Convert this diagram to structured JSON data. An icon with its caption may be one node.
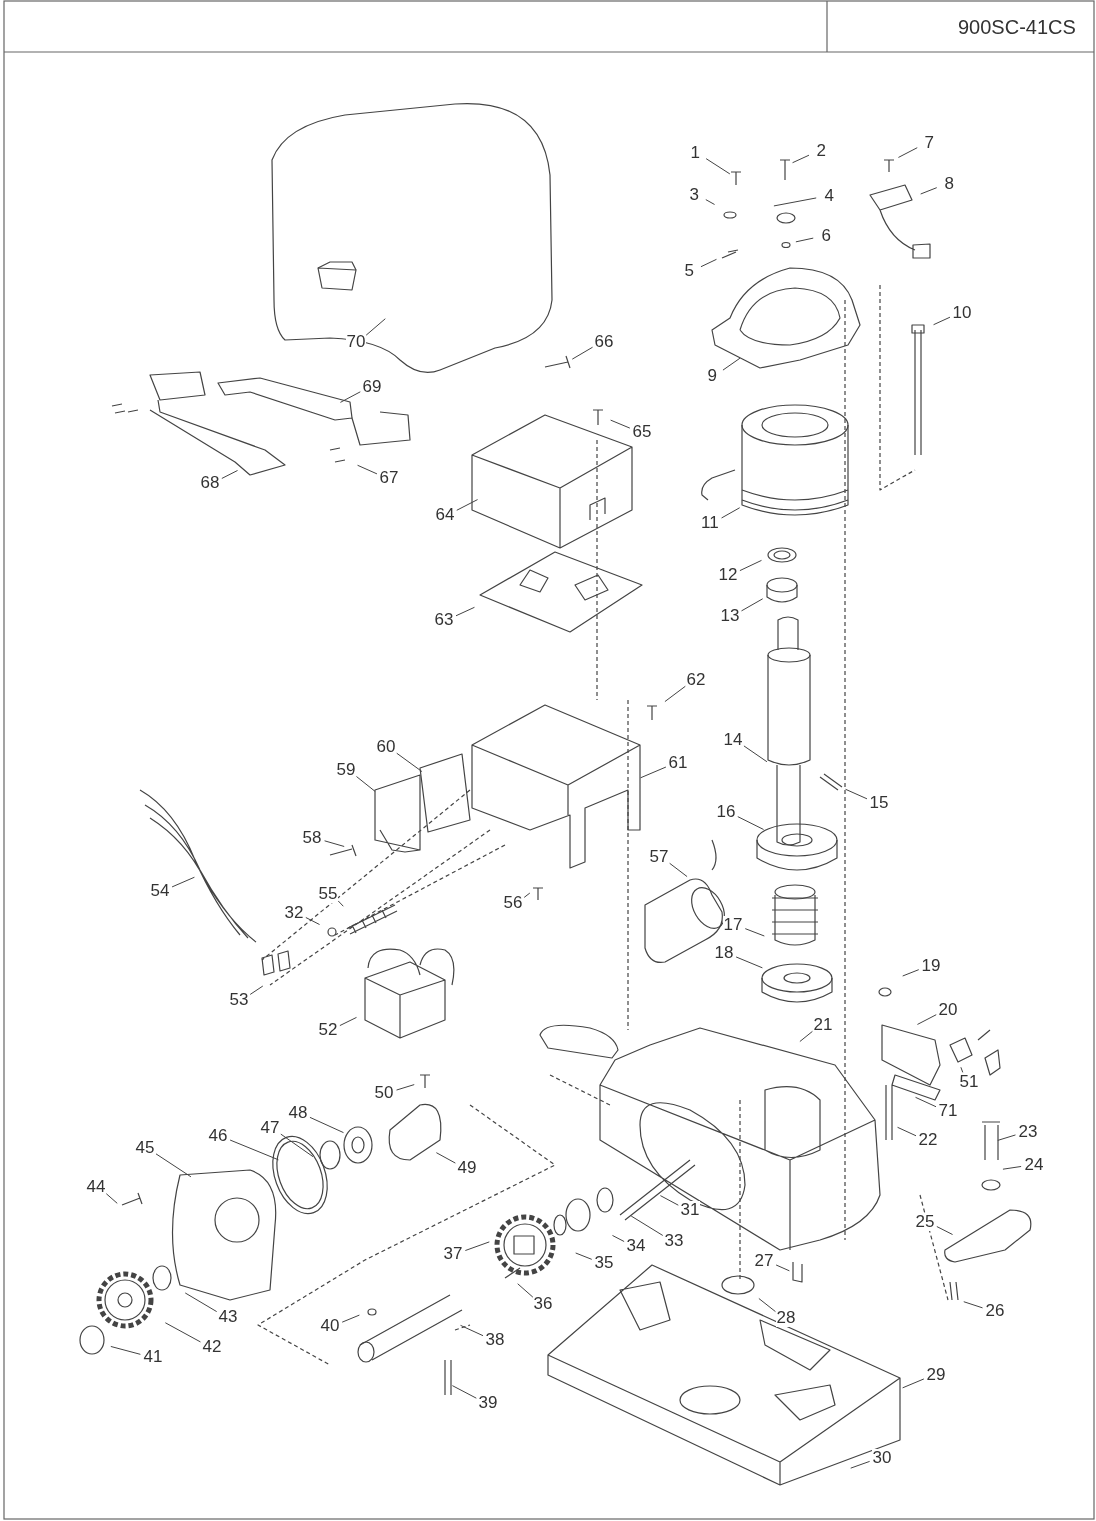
{
  "diagram": {
    "nodes": [
      {
        "text": [
          "1"
        ]
      },
      {
        "text": [
          "2"
        ]
      },
      {
        "text": [
          "3"
        ]
      },
      {
        "text": [
          "4"
        ]
      },
      {
        "text": [
          "5"
        ]
      },
      {
        "text": [
          "6"
        ]
      },
      {
        "text": [
          "7"
        ]
      },
      {
        "text": [
          "8"
        ]
      },
      {
        "text": [
          "9"
        ]
      },
      {
        "text": [
          "10"
        ]
      },
      {
        "text": [
          "11"
        ]
      },
      {
        "text": [
          "12"
        ]
      },
      {
        "text": [
          "13"
        ]
      },
      {
        "text": [
          "14"
        ]
      },
      {
        "text": [
          "15"
        ]
      },
      {
        "text": [
          "16"
        ]
      },
      {
        "text": [
          "17"
        ]
      },
      {
        "text": [
          "18"
        ]
      },
      {
        "text": [
          "19"
        ]
      },
      {
        "text": [
          "20"
        ]
      },
      {
        "text": [
          "21"
        ]
      },
      {
        "text": [
          "22"
        ]
      },
      {
        "text": [
          "23"
        ]
      },
      {
        "text": [
          "24"
        ]
      },
      {
        "text": [
          "25"
        ]
      },
      {
        "text": [
          "26"
        ]
      },
      {
        "text": [
          "27"
        ]
      },
      {
        "text": [
          "28"
        ]
      },
      {
        "text": [
          "29"
        ]
      },
      {
        "text": [
          "30"
        ]
      },
      {
        "text": [
          "31"
        ]
      },
      {
        "text": [
          "32"
        ]
      },
      {
        "text": [
          "33"
        ]
      },
      {
        "text": [
          "34"
        ]
      },
      {
        "text": [
          "35"
        ]
      },
      {
        "text": [
          "36"
        ]
      },
      {
        "text": [
          "37"
        ]
      },
      {
        "text": [
          "38"
        ]
      },
      {
        "text": [
          "39"
        ]
      },
      {
        "text": [
          "40"
        ]
      },
      {
        "text": [
          "41"
        ]
      },
      {
        "text": [
          "42"
        ]
      },
      {
        "text": [
          "43"
        ]
      },
      {
        "text": [
          "44"
        ]
      },
      {
        "text": [
          "45"
        ]
      },
      {
        "text": [
          "46"
        ]
      },
      {
        "text": [
          "47"
        ]
      },
      {
        "text": [
          "48"
        ]
      },
      {
        "text": [
          "49"
        ]
      },
      {
        "text": [
          "50"
        ]
      },
      {
        "text": [
          "51"
        ]
      },
      {
        "text": [
          "52"
        ]
      },
      {
        "text": [
          "53"
        ]
      },
      {
        "text": [
          "54"
        ]
      },
      {
        "text": [
          "55"
        ]
      },
      {
        "text": [
          "56"
        ]
      },
      {
        "text": [
          "57"
        ]
      },
      {
        "text": [
          "58"
        ]
      },
      {
        "text": [
          "59"
        ]
      },
      {
        "text": [
          "60"
        ]
      },
      {
        "text": [
          "61"
        ]
      },
      {
        "text": [
          "62"
        ]
      },
      {
        "text": [
          "63"
        ]
      },
      {
        "text": [
          "64"
        ]
      },
      {
        "text": [
          "65"
        ]
      },
      {
        "text": [
          "66"
        ]
      },
      {
        "text": [
          "67"
        ]
      },
      {
        "text": [
          "68"
        ]
      },
      {
        "text": [
          "69"
        ]
      },
      {
        "text": [
          "70"
        ]
      },
      {
        "text": [
          "71"
        ]
      }
    ],
    "edges": [
      {
        "from": 0,
        "to": null,
        "arrow": "none"
      },
      {
        "from": 1,
        "to": null,
        "arrow": "none"
      },
      {
        "from": 2,
        "to": null,
        "arrow": "none"
      },
      {
        "from": 3,
        "to": null,
        "arrow": "none"
      },
      {
        "from": 4,
        "to": null,
        "arrow": "none"
      },
      {
        "from": 5,
        "to": null,
        "arrow": "none"
      },
      {
        "from": 6,
        "to": null,
        "arrow": "none"
      },
      {
        "from": 7,
        "to": null,
        "arrow": "none"
      },
      {
        "from": 8,
        "to": null,
        "arrow": "none"
      },
      {
        "from": 9,
        "to": null,
        "arrow": "none"
      },
      {
        "from": 10,
        "to": null,
        "arrow": "none"
      },
      {
        "from": 11,
        "to": null,
        "arrow": "none"
      },
      {
        "from": 12,
        "to": null,
        "arrow": "none"
      },
      {
        "from": 13,
        "to": null,
        "arrow": "none"
      },
      {
        "from": 14,
        "to": null,
        "arrow": "none"
      },
      {
        "from": 15,
        "to": null,
        "arrow": "none"
      },
      {
        "from": 16,
        "to": null,
        "arrow": "none"
      },
      {
        "from": 17,
        "to": null,
        "arrow": "none"
      },
      {
        "from": 18,
        "to": null,
        "arrow": "none"
      },
      {
        "from": 19,
        "to": null,
        "arrow": "none"
      },
      {
        "from": 20,
        "to": null,
        "arrow": "none"
      },
      {
        "from": 21,
        "to": null,
        "arrow": "none"
      },
      {
        "from": 22,
        "to": null,
        "arrow": "none"
      },
      {
        "from": 23,
        "to": null,
        "arrow": "none"
      },
      {
        "from": 24,
        "to": null,
        "arrow": "none"
      },
      {
        "from": 25,
        "to": null,
        "arrow": "none"
      },
      {
        "from": 26,
        "to": null,
        "arrow": "none"
      },
      {
        "from": 27,
        "to": null,
        "arrow": "none"
      },
      {
        "from": 28,
        "to": null,
        "arrow": "none"
      },
      {
        "from": 29,
        "to": null,
        "arrow": "none"
      },
      {
        "from": 30,
        "to": null,
        "arrow": "none"
      },
      {
        "from": 31,
        "to": null,
        "arrow": "none"
      },
      {
        "from": 32,
        "to": null,
        "arrow": "none"
      },
      {
        "from": 33,
        "to": null,
        "arrow": "none"
      },
      {
        "from": 34,
        "to": null,
        "arrow": "none"
      },
      {
        "from": 35,
        "to": null,
        "arrow": "none"
      },
      {
        "from": 36,
        "to": null,
        "arrow": "none"
      },
      {
        "from": 37,
        "to": null,
        "arrow": "none"
      },
      {
        "from": 38,
        "to": null,
        "arrow": "none"
      },
      {
        "from": 39,
        "to": null,
        "arrow": "none"
      },
      {
        "from": 40,
        "to": null,
        "arrow": "none"
      },
      {
        "from": 41,
        "to": null,
        "arrow": "none"
      },
      {
        "from": 42,
        "to": null,
        "arrow": "none"
      },
      {
        "from": 43,
        "to": null,
        "arrow": "none"
      },
      {
        "from": 44,
        "to": null,
        "arrow": "none"
      },
      {
        "from": 45,
        "to": null,
        "arrow": "none"
      },
      {
        "from": 46,
        "to": null,
        "arrow": "none"
      },
      {
        "from": 47,
        "to": null,
        "arrow": "none"
      },
      {
        "from": 48,
        "to": null,
        "arrow": "none"
      },
      {
        "from": 49,
        "to": null,
        "arrow": "none"
      },
      {
        "from": 50,
        "to": null,
        "arrow": "none"
      },
      {
        "from": 51,
        "to": null,
        "arrow": "none"
      },
      {
        "from": 52,
        "to": null,
        "arrow": "none"
      },
      {
        "from": 53,
        "to": null,
        "arrow": "none"
      },
      {
        "from": 54,
        "to": null,
        "arrow": "none"
      },
      {
        "from": 55,
        "to": null,
        "arrow": "none"
      },
      {
        "from": 56,
        "to": null,
        "arrow": "none"
      },
      {
        "from": 57,
        "to": null,
        "arrow": "none"
      },
      {
        "from": 58,
        "to": null,
        "arrow": "none"
      },
      {
        "from": 59,
        "to": null,
        "arrow": "none"
      },
      {
        "from": 60,
        "to": null,
        "arrow": "none"
      },
      {
        "from": 61,
        "to": null,
        "arrow": "none"
      },
      {
        "from": 62,
        "to": null,
        "arrow": "none"
      },
      {
        "from": 63,
        "to": null,
        "arrow": "none"
      },
      {
        "from": 64,
        "to": null,
        "arrow": "none"
      },
      {
        "from": 65,
        "to": null,
        "arrow": "none"
      },
      {
        "from": 66,
        "to": null,
        "arrow": "none"
      },
      {
        "from": 67,
        "to": null,
        "arrow": "none"
      },
      {
        "from": 68,
        "to": null,
        "arrow": "none"
      },
      {
        "from": 69,
        "to": null,
        "arrow": "none"
      },
      {
        "from": 70,
        "to": null,
        "arrow": "none"
      }
    ],
    "labels": [
      "900SC-41CS"
    ]
  }
}
